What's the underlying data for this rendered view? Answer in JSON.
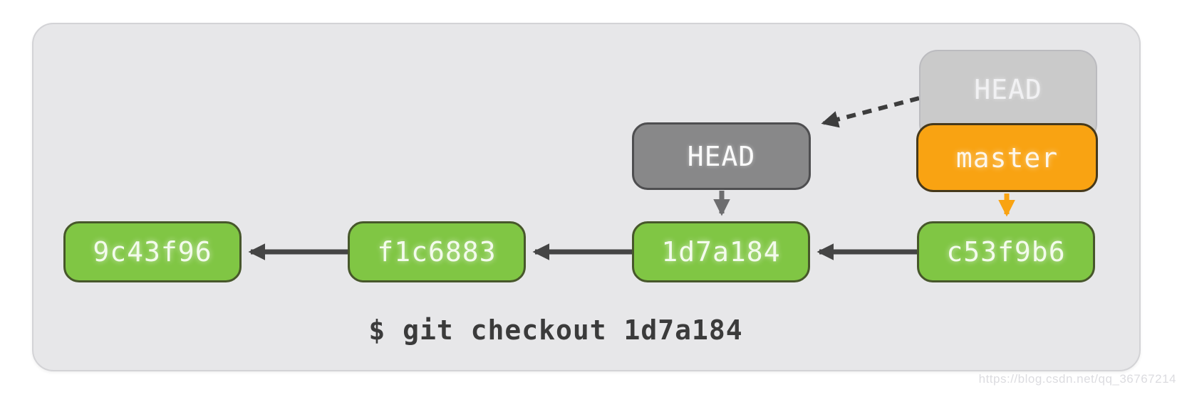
{
  "figure": {
    "commits": [
      {
        "id": "9c43f96"
      },
      {
        "id": "f1c6883"
      },
      {
        "id": "1d7a184"
      },
      {
        "id": "c53f9b6"
      }
    ],
    "head_new": {
      "label": "HEAD"
    },
    "head_old": {
      "label": "HEAD"
    },
    "branch": {
      "label": "master"
    },
    "caption": "$ git checkout 1d7a184",
    "watermark": "https://blog.csdn.net/qq_36767214",
    "colors": {
      "commit_fill": "#80c644",
      "commit_border": "#47572b",
      "branch_fill": "#f9a312",
      "head_new_fill": "#888889",
      "head_old_fill": "#cacaca",
      "arrow_dark": "#454545",
      "arrow_gray": "#6d6d6f",
      "arrow_orange": "#f9a312",
      "panel_bg": "#e7e7e9"
    }
  }
}
